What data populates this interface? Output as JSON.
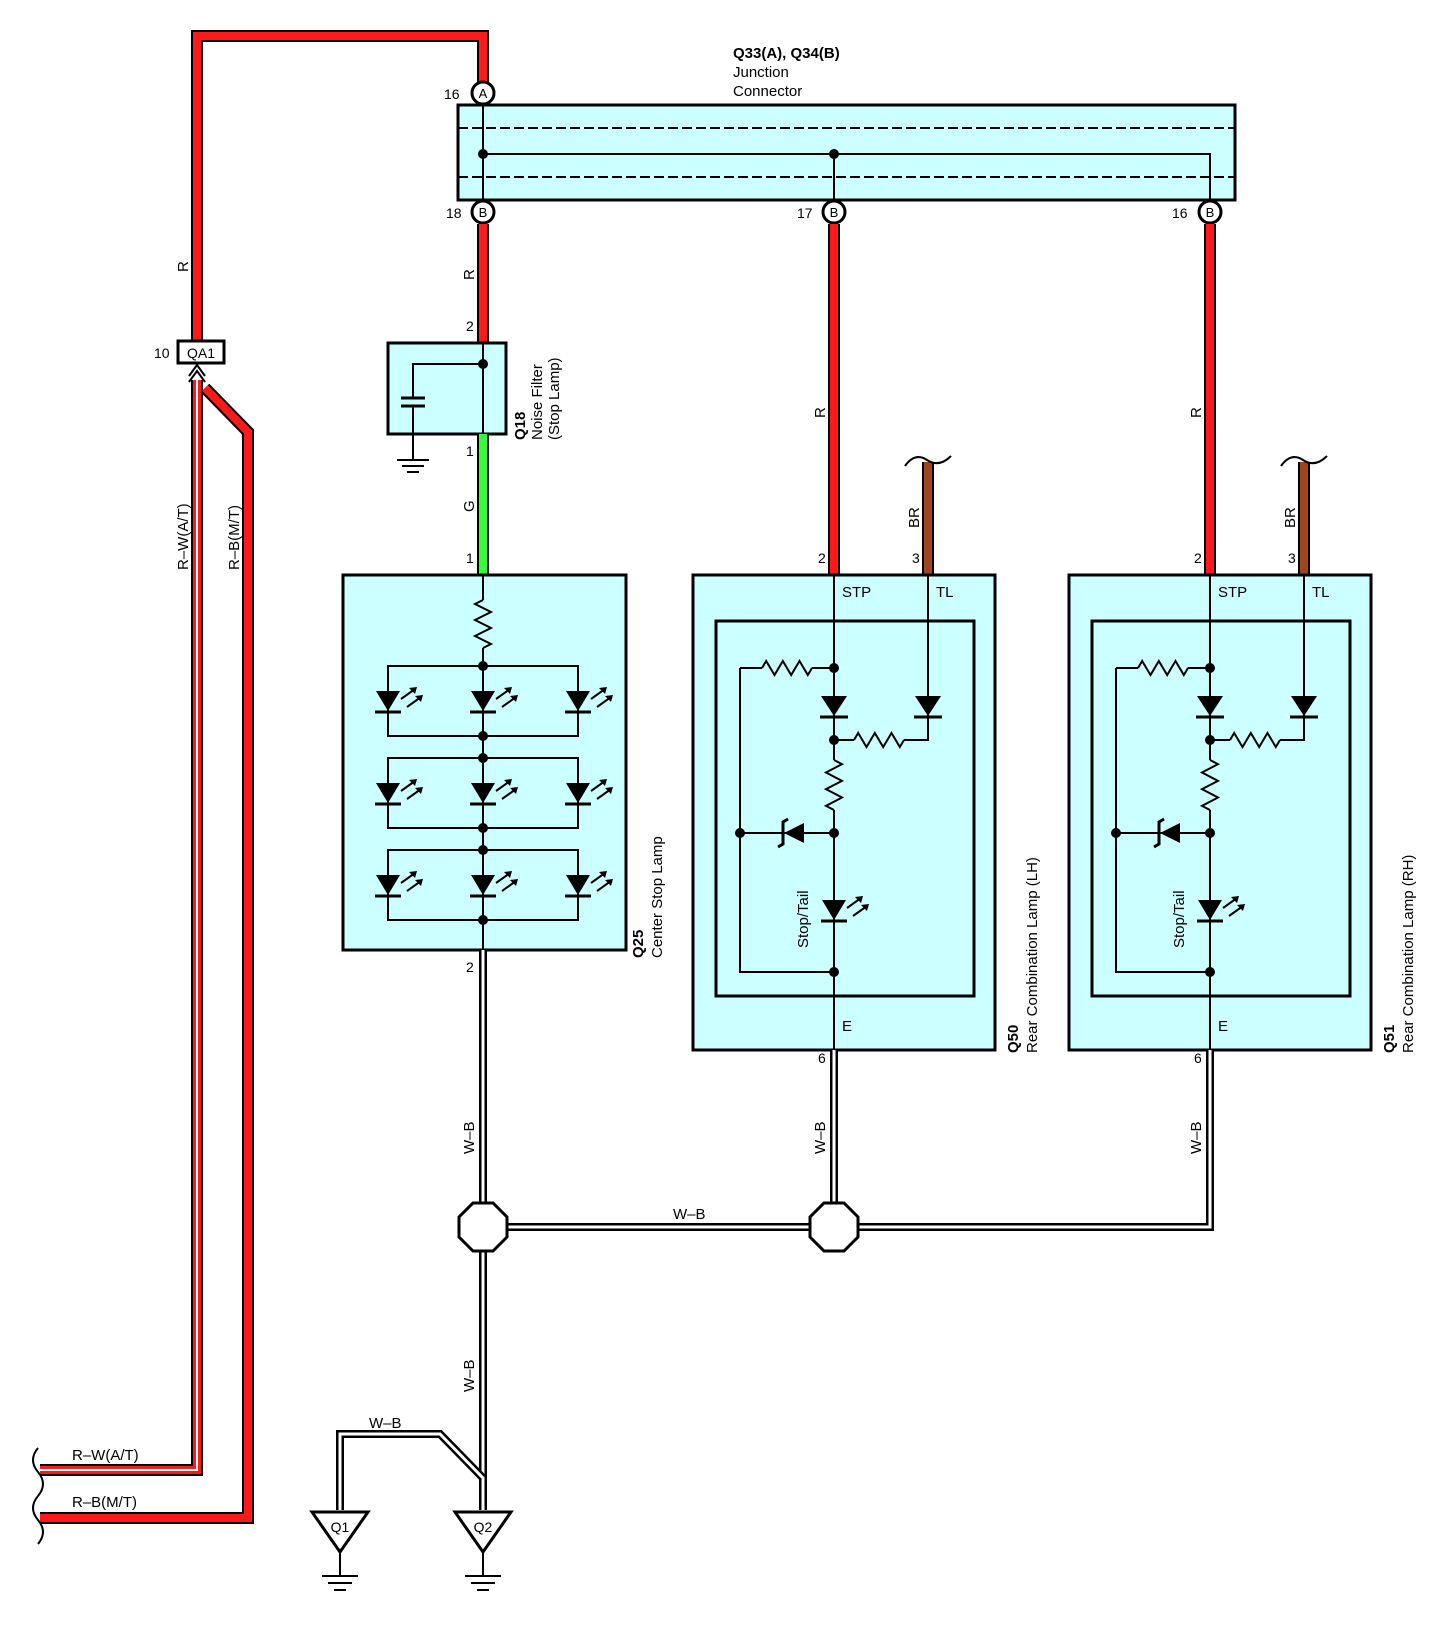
{
  "colors": {
    "red": "#ff1a1a",
    "green": "#33ff33",
    "brown": "#a0461e",
    "box_fill": "#ccffff",
    "black": "#000000"
  },
  "junction": {
    "code": "Q33(A), Q34(B)",
    "name_line1": "Junction",
    "name_line2": "Connector",
    "pin_a16": "16",
    "pin_b18": "18",
    "pin_b17": "17",
    "pin_b16": "16",
    "letter_a": "A",
    "letter_b": "B"
  },
  "qa1": {
    "code": "QA1",
    "pin": "10"
  },
  "noise_filter": {
    "code": "Q18",
    "name_line1": "Noise Filter",
    "name_line2": "(Stop Lamp)",
    "pin_top": "2",
    "pin_bottom": "1"
  },
  "center_stop": {
    "code": "Q25",
    "name": "Center Stop Lamp",
    "pin_top": "1",
    "pin_bottom": "2"
  },
  "rear_lh": {
    "code": "Q50",
    "name": "Rear Combination Lamp (LH)",
    "pin_stp": "2",
    "pin_tl": "3",
    "pin_e": "6",
    "label_stp": "STP",
    "label_tl": "TL",
    "label_e": "E",
    "bulb_label": "Stop/Tail"
  },
  "rear_rh": {
    "code": "Q51",
    "name": "Rear Combination Lamp (RH)",
    "pin_stp": "2",
    "pin_tl": "3",
    "pin_e": "6",
    "label_stp": "STP",
    "label_tl": "TL",
    "label_e": "E",
    "bulb_label": "Stop/Tail"
  },
  "wires": {
    "r": "R",
    "g": "G",
    "br": "BR",
    "wb": "W–B",
    "rw_at": "R–W(A/T)",
    "rb_mt": "R–B(M/T)"
  },
  "grounds": {
    "q1": "Q1",
    "q2": "Q2"
  }
}
